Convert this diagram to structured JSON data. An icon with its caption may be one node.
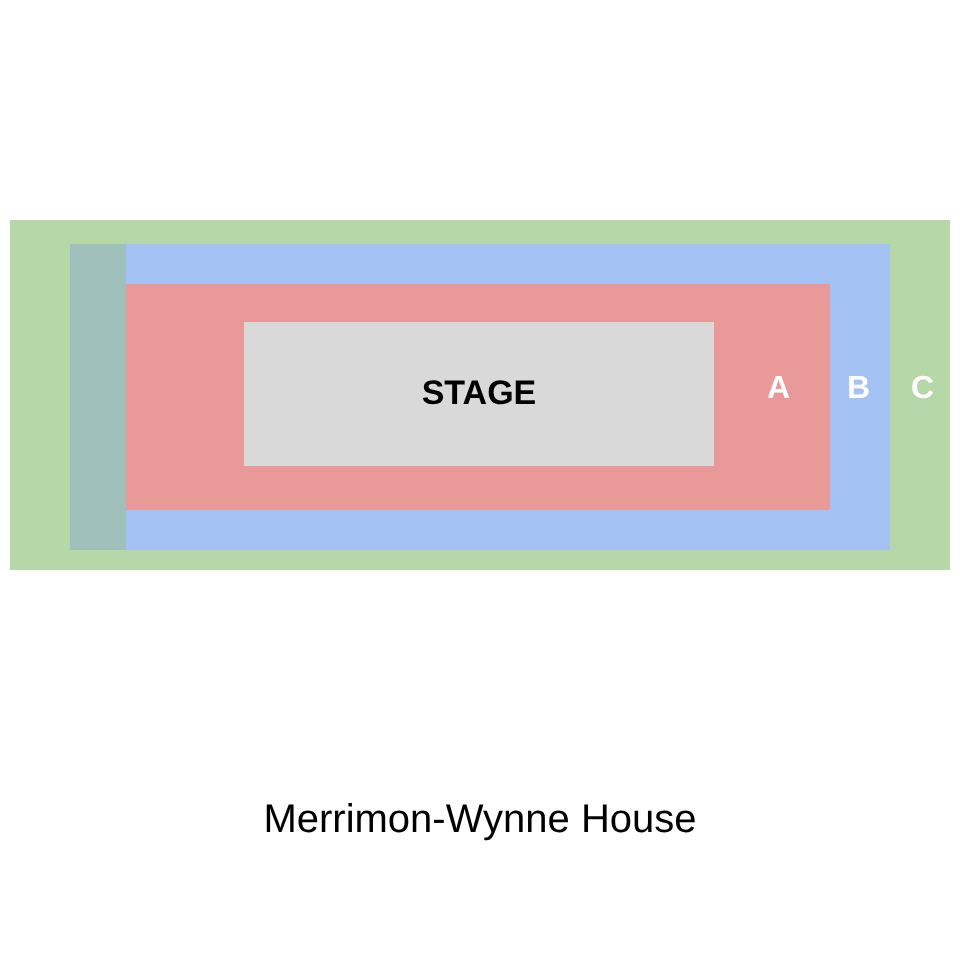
{
  "diagram": {
    "caption": "Merrimon-Wynne House",
    "nodes": [
      {
        "text": [
          "C"
        ]
      },
      {
        "text": [
          "B"
        ],
        "in": 0
      },
      {
        "text": [],
        "shape": "box",
        "in": 1
      },
      {
        "text": [
          "A"
        ],
        "in": 1
      },
      {
        "text": [
          "STAGE"
        ],
        "in": 3
      }
    ]
  }
}
